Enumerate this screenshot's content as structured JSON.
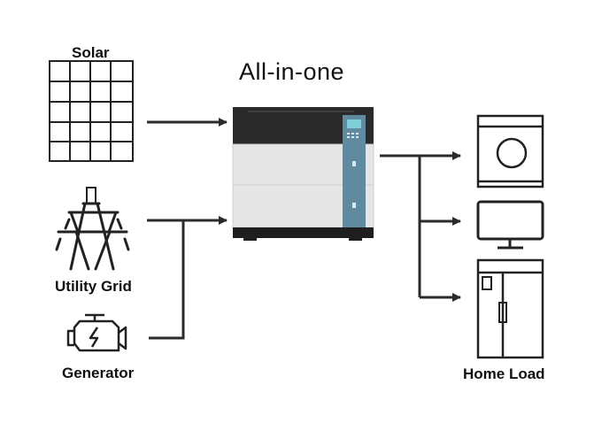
{
  "title": "All-in-one",
  "sources": {
    "solar": "Solar",
    "grid": "Utility Grid",
    "generator": "Generator"
  },
  "load": "Home Load",
  "colors": {
    "line": "#2b2b2b",
    "cabinet_top": "#2a2a2a",
    "cabinet_body": "#e6e6e6",
    "side_strip": "#5f8aa0",
    "display": "#7fd0d8"
  },
  "icons": [
    "solar-panel-icon",
    "transmission-tower-icon",
    "engine-icon",
    "washing-machine-icon",
    "tv-monitor-icon",
    "refrigerator-icon"
  ]
}
